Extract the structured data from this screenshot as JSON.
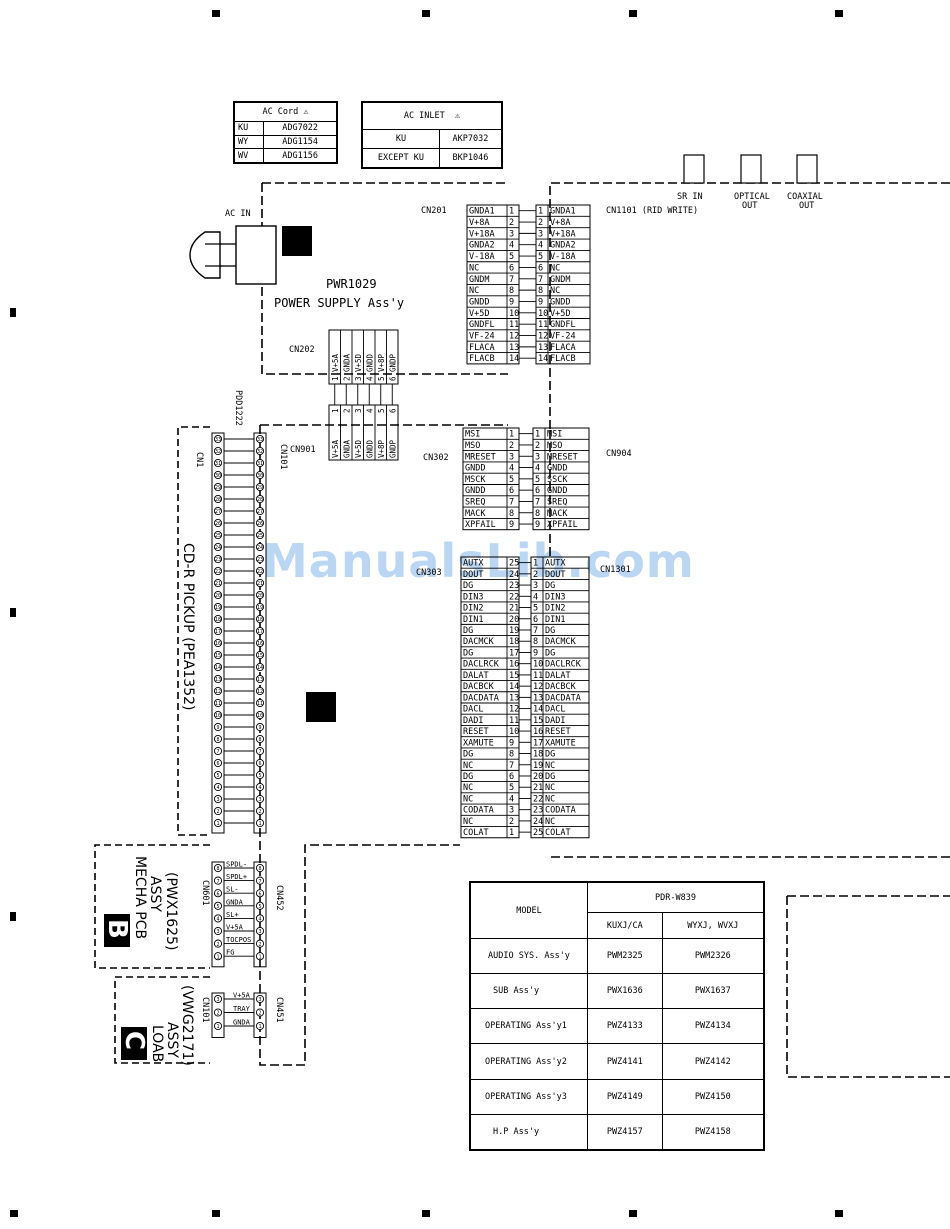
{
  "watermark": "ManualsLib.com",
  "ac_cord": {
    "title": "AC Cord",
    "rows": [
      [
        "KU",
        "ADG7022"
      ],
      [
        "WY",
        "ADG1154"
      ],
      [
        "WV",
        "ADG1156"
      ]
    ]
  },
  "ac_inlet": {
    "title": "AC INLET",
    "rows": [
      [
        "KU",
        "AKP7032"
      ],
      [
        "EXCEPT  KU",
        "BKP1046"
      ]
    ]
  },
  "labels": {
    "ac_in": "AC IN",
    "pwr_id": "PWR1029",
    "pwr_name": "POWER SUPPLY Ass'y",
    "cn201": "CN201",
    "cn1101": "CN1101 (RID WRITE)",
    "cn202": "CN202",
    "pdd": "PDD1222",
    "cn901": "CN901",
    "cn101": "CN101",
    "cn1": "CN1",
    "cn302": "CN302",
    "cn904": "CN904",
    "cn303": "CN303",
    "cn1301": "CN1301",
    "cn601": "CN601",
    "cn452": "CN452",
    "cn101c": "CN101",
    "cn451": "CN451",
    "sr_in": "SR IN",
    "optical1": "OPTICAL",
    "optical2": "OUT",
    "coaxial1": "COAXIAL",
    "coaxial2": "OUT",
    "pickup": "CD-R PICKUP (PEA1352)",
    "b_letter": "B",
    "b_1": "MECHA PCB",
    "b_2": "ASSY",
    "b_3": "(PWX1625)",
    "c_letter": "C",
    "c_1": "LOAB",
    "c_2": "ASSY",
    "c_3": "(VWG2171)"
  },
  "cn201_pins": [
    "GNDA1",
    "V+8A",
    "V+18A",
    "GNDA2",
    "V-18A",
    "NC",
    "GNDM",
    "NC",
    "GNDD",
    "V+5D",
    "GNDFL",
    "VF-24",
    "FLACA",
    "FLACB"
  ],
  "cn202_pins": [
    "V+5A",
    "GNDA",
    "V+5D",
    "GNDD",
    "V+8P",
    "GNDP"
  ],
  "cn302_pins": [
    "MSI",
    "MSO",
    "MRESET",
    "GNDD",
    "MSCK",
    "GNDD",
    "SREQ",
    "MACK",
    "XPFAIL"
  ],
  "cn904_pins": [
    "MSI",
    "MSO",
    "MRESET",
    "GNDD",
    "SSCK",
    "GNDD",
    "SREQ",
    "MACK",
    "XPFAIL"
  ],
  "cn303_pins": [
    "AUTX",
    "DOUT",
    "DG",
    "DIN3",
    "DIN2",
    "DIN1",
    "DG",
    "DACMCK",
    "DG",
    "DACLRCK",
    "DALAT",
    "DACBCK",
    "DACDATA",
    "DACL",
    "DADI",
    "RESET",
    "XAMUTE",
    "DG",
    "NC",
    "DG",
    "NC",
    "NC",
    "CODATA",
    "NC",
    "COLAT"
  ],
  "cn303_numbers": [
    "25",
    "24",
    "23",
    "22",
    "21",
    "20",
    "19",
    "18",
    "17",
    "16",
    "15",
    "14",
    "13",
    "12",
    "11",
    "10",
    "9",
    "8",
    "7",
    "6",
    "5",
    "4",
    "3",
    "2",
    "1"
  ],
  "cn1301_numbers": [
    "1",
    "2",
    "3",
    "4",
    "5",
    "6",
    "7",
    "8",
    "9",
    "10",
    "11",
    "12",
    "13",
    "14",
    "15",
    "16",
    "17",
    "18",
    "19",
    "20",
    "21",
    "22",
    "23",
    "24",
    "25"
  ],
  "cn601_pins": [
    "SPDL-",
    "SPDL+",
    "SL-",
    "GNDA",
    "SL+",
    "V+5A",
    "TOCPOS",
    "FG"
  ],
  "cn101c_pins": [
    "V+5A",
    "TRAY",
    "GNDA"
  ],
  "model_table": {
    "h_model": "MODEL",
    "h_product": "PDR-W839",
    "h_col1": "KUXJ/CA",
    "h_col2": "WYXJ, WVXJ",
    "rows": [
      [
        "AUDIO SYS. Ass'y",
        "PWM2325",
        "PWM2326"
      ],
      [
        "SUB Ass'y",
        "PWX1636",
        "PWX1637"
      ],
      [
        "OPERATING Ass'y1",
        "PWZ4133",
        "PWZ4134"
      ],
      [
        "OPERATING Ass'y2",
        "PWZ4141",
        "PWZ4142"
      ],
      [
        "OPERATING Ass'y3",
        "PWZ4149",
        "PWZ4150"
      ],
      [
        "H.P Ass'y",
        "PWZ4157",
        "PWZ4158"
      ]
    ]
  }
}
